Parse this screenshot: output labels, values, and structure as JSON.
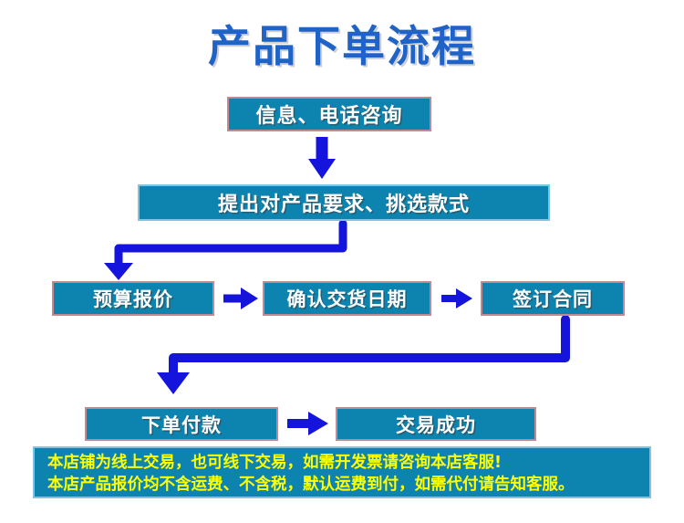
{
  "header": {
    "title": "产品下单流程"
  },
  "colors": {
    "title_blue": "#1f63c8",
    "box_fill_teal": "#0d83b0",
    "box_border_pink": "#c08a92",
    "box_border_cyan": "#7fc5e3",
    "arrow_blue": "#1414dc",
    "notice_text_yellow": "#ffff00",
    "page_background": "#ffffff"
  },
  "flow": {
    "nodes": [
      {
        "id": "consult",
        "label": "信息、电话咨询",
        "row": 1
      },
      {
        "id": "request",
        "label": "提出对产品要求、挑选款式",
        "row": 2
      },
      {
        "id": "quote",
        "label": "预算报价",
        "row": 3
      },
      {
        "id": "delivery",
        "label": "确认交货日期",
        "row": 3
      },
      {
        "id": "contract",
        "label": "签订合同",
        "row": 3
      },
      {
        "id": "payment",
        "label": "下单付款",
        "row": 4
      },
      {
        "id": "success",
        "label": "交易成功",
        "row": 4
      }
    ],
    "connectors": [
      {
        "from": "consult",
        "to": "request",
        "kind": "down-arrow"
      },
      {
        "from": "request",
        "to": "quote",
        "kind": "elbow-left-down-arrow"
      },
      {
        "from": "quote",
        "to": "delivery",
        "kind": "right-arrow"
      },
      {
        "from": "delivery",
        "to": "contract",
        "kind": "right-arrow"
      },
      {
        "from": "contract",
        "to": "payment",
        "kind": "elbow-left-down-arrow"
      },
      {
        "from": "payment",
        "to": "success",
        "kind": "right-arrow"
      }
    ]
  },
  "notice": {
    "line1": "本店铺为线上交易，也可线下交易，如需开发票请咨询本店客服!",
    "line2": "本店产品报价均不含运费、不含税，默认运费到付，如需代付请告知客服。"
  }
}
